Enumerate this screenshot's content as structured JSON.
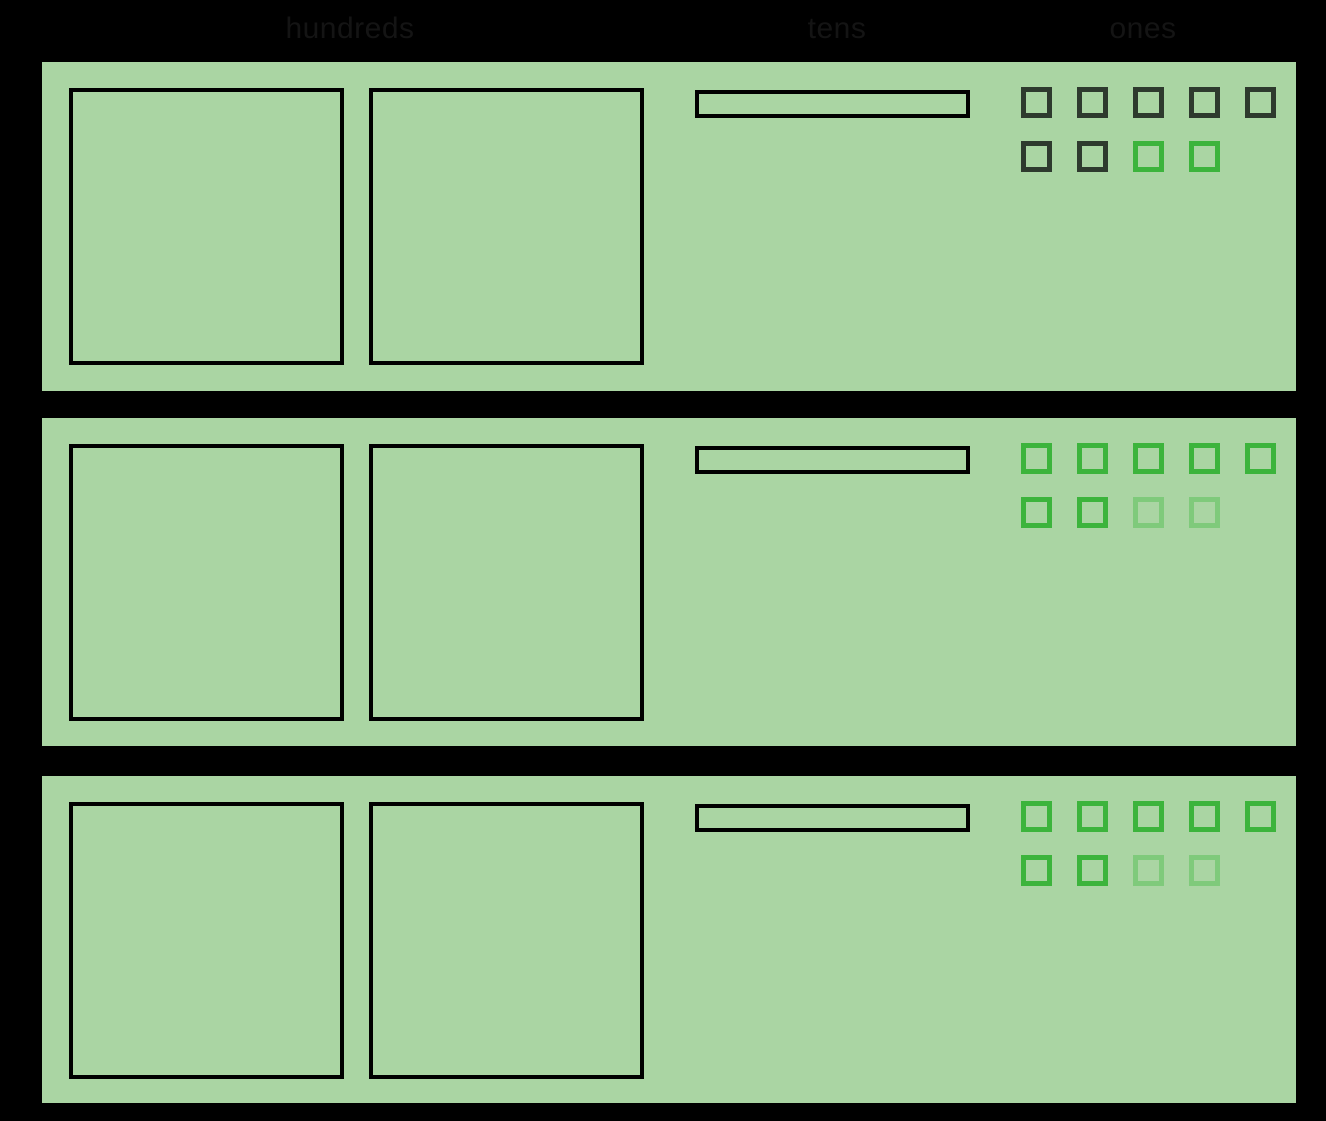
{
  "header": {
    "labels": [
      "hundreds",
      "tens",
      "ones"
    ]
  },
  "colors": {
    "page_bg": "#000000",
    "panel_bg": "#aad5a3",
    "block_outline": "#000000",
    "ones_dark": "#2e3a2e",
    "ones_green": "#3cb43c",
    "ones_light_green": "#7fca7b",
    "header_text": "#141414"
  },
  "rows": [
    {
      "hundreds_blocks": 2,
      "tens_blocks": 1,
      "ones_blocks": 9,
      "ones": [
        "dark",
        "dark",
        "dark",
        "dark",
        "dark",
        "dark",
        "dark",
        "green",
        "green"
      ]
    },
    {
      "hundreds_blocks": 2,
      "tens_blocks": 1,
      "ones_blocks": 9,
      "ones": [
        "green",
        "green",
        "green",
        "green",
        "green",
        "green",
        "green",
        "light",
        "light"
      ]
    },
    {
      "hundreds_blocks": 2,
      "tens_blocks": 1,
      "ones_blocks": 9,
      "ones": [
        "green",
        "green",
        "green",
        "green",
        "green",
        "green",
        "green",
        "light",
        "light"
      ]
    }
  ]
}
